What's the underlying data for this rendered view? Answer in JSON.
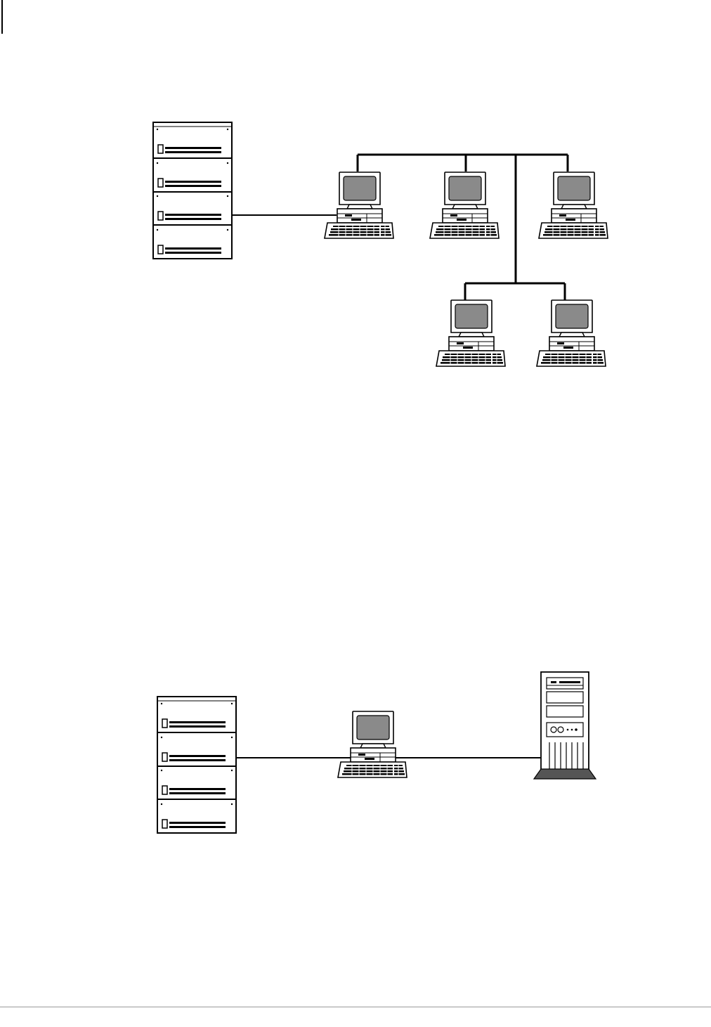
{
  "page": {
    "has_top_margin_mark": true,
    "has_footer_rule": true
  },
  "colors": {
    "line": "#000000",
    "screen": "#8a8a8a",
    "screen_light": "#a0a0a0",
    "rule": "#9a9a9a"
  },
  "icons": [
    "pbx-cabinet-icon",
    "workstation-icon",
    "tower-server-icon"
  ],
  "diagrams": [
    {
      "name": "pbx-lan-network",
      "nodes": [
        "pbx-cabinet",
        "pc-1",
        "pc-2",
        "pc-3",
        "pc-4",
        "pc-5"
      ],
      "links": [
        [
          "pbx-cabinet",
          "pc-1"
        ],
        [
          "pc-1",
          "lan-bus"
        ],
        [
          "pc-2",
          "lan-bus"
        ],
        [
          "pc-3",
          "lan-bus"
        ],
        [
          "pc-4",
          "lan-bus"
        ],
        [
          "pc-5",
          "lan-bus"
        ]
      ]
    },
    {
      "name": "pbx-pc-server-chain",
      "nodes": [
        "pbx-cabinet",
        "pc",
        "tower-server"
      ],
      "links": [
        [
          "pbx-cabinet",
          "pc"
        ],
        [
          "pc",
          "tower-server"
        ]
      ]
    }
  ]
}
